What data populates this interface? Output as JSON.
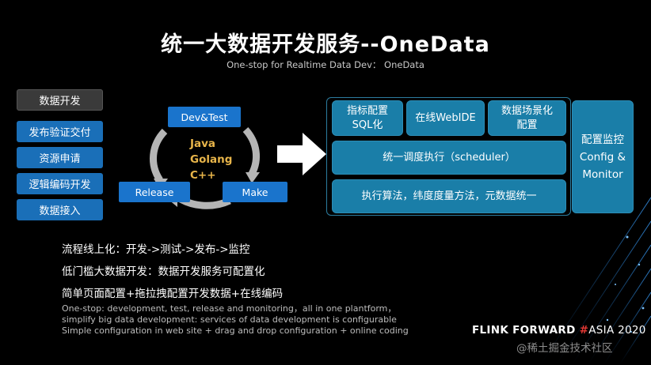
{
  "title": "统一大数据开发服务--OneData",
  "subtitle": "One-stop for Realtime Data Dev：  OneData",
  "left_menu": [
    "数据开发",
    "发布验证交付",
    "资源申请",
    "逻辑编码开发",
    "数据接入"
  ],
  "cycle": {
    "devtest": "Dev&Test",
    "make": "Make",
    "release": "Release",
    "languages": [
      "Java",
      "Golang",
      "C++"
    ]
  },
  "right": {
    "metric_config": "指标配置\nSQL化",
    "web_ide": "在线WebIDE",
    "scene": "数据场景化\n配置",
    "scheduler": "统一调度执行（scheduler）",
    "execution": "执行算法，纬度度量方法，元数据统一",
    "monitor": "配置监控\nConfig &\nMonitor"
  },
  "bullets": [
    "流程线上化：开发->测试->发布->监控",
    "低门槛大数据开发：数据开发服务可配置化",
    "简单页面配置+拖拉拽配置开发数据+在线编码"
  ],
  "english": [
    "One-stop: development, test, release and monitoring，all in one plantform，",
    "simplify  big data development: services of data development is configurable",
    "Simple configuration in web site + drag and drop configuration + online coding"
  ],
  "brand": {
    "flink": "FLINK FORWARD ",
    "hash": "#",
    "asia": "ASIA 2020"
  },
  "watermark": "@稀土掘金技术社区",
  "colors": {
    "button_blue": "#1a6fb8",
    "box_teal": "#1a7ea8",
    "lang_gold": "#e8b54a",
    "brand_red": "#e53935"
  }
}
